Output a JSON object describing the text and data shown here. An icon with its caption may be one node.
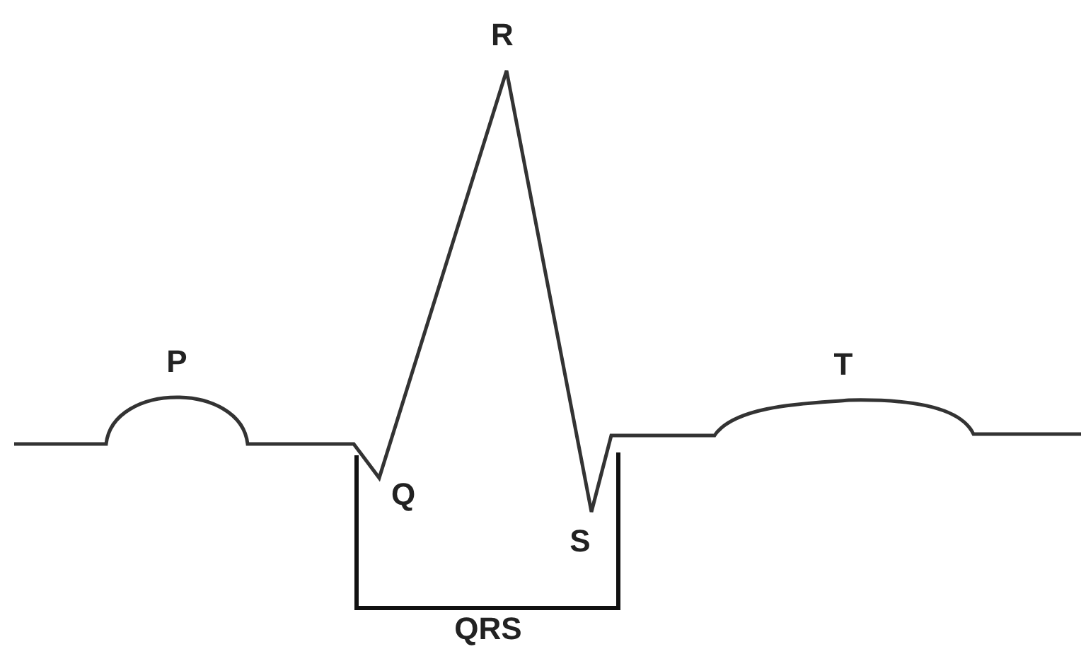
{
  "diagram": {
    "labels": [
      "R",
      "P",
      "T",
      "Q",
      "S",
      "QRS"
    ]
  }
}
